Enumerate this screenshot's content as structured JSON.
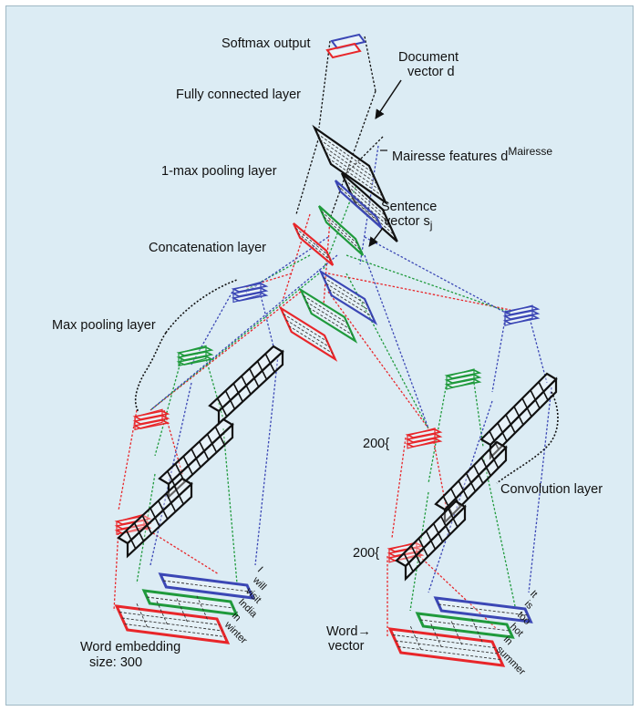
{
  "figure": {
    "labels": {
      "softmax": "Softmax output",
      "fully_connected": "Fully connected layer",
      "document_vector_1": "Document",
      "document_vector_2": "vector d",
      "mairesse": "Mairesse features d",
      "mairesse_sup": "Mairesse",
      "one_max": "1-max pooling layer",
      "sentence_vector_1": "Sentence",
      "sentence_vector_2": "vector s",
      "sentence_sub": "j",
      "concatenation": "Concatenation layer",
      "max_pooling": "Max pooling layer",
      "dim_200_top": "200{",
      "dim_200_bottom": "200{",
      "convolution": "Convolution layer",
      "word_embedding_1": "Word embedding",
      "word_embedding_2": "size: 300",
      "word_vector_1": "Word→",
      "word_vector_2": "vector"
    },
    "sentence_left_words": [
      "I",
      "will",
      "visit",
      "India",
      "in",
      "winter"
    ],
    "sentence_right_words": [
      "It",
      "is",
      "too",
      "hot",
      "in",
      "summer"
    ],
    "colors": {
      "red": "#e8262a",
      "green": "#1f9a3c",
      "blue": "#3b47b5",
      "black": "#111111",
      "background": "#dcecf4"
    }
  }
}
